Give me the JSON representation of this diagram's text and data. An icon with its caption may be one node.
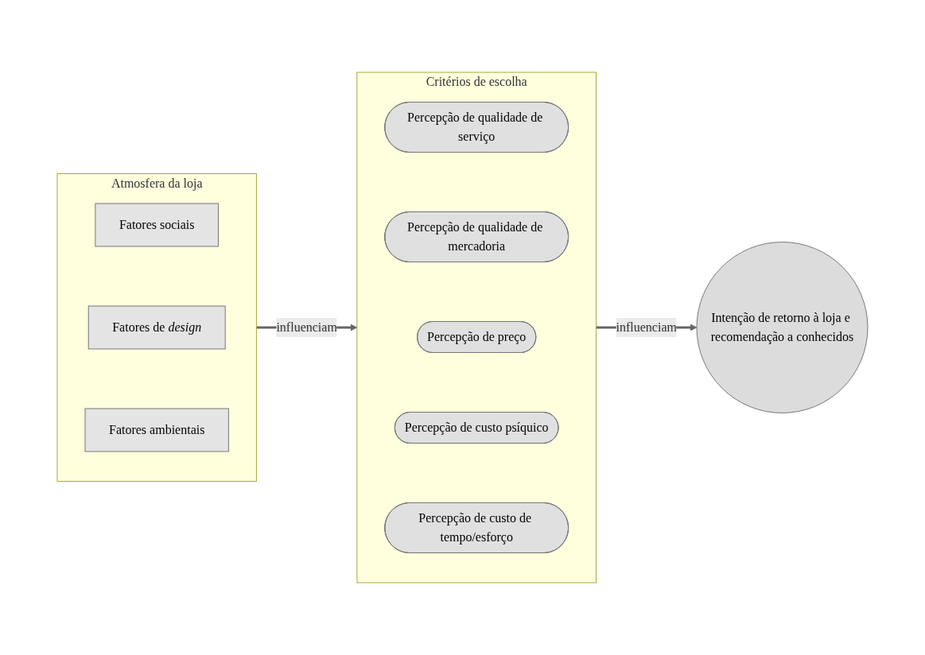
{
  "diagram": {
    "nodes": [
      {
        "text": [
          "Atmosfera da loja"
        ]
      },
      {
        "text": [
          "Fatores sociais"
        ],
        "in": 0
      },
      {
        "text": [
          "Fatores de *design*"
        ],
        "in": 0
      },
      {
        "text": [
          "Fatores ambientais"
        ],
        "in": 0
      },
      {
        "text": [
          "Critérios de escolha"
        ]
      },
      {
        "text": [
          "Percepção de qualidade de serviço"
        ],
        "in": 4
      },
      {
        "text": [
          "Percepção de qualidade de mercadoria"
        ],
        "in": 4
      },
      {
        "text": [
          "Percepção de preço"
        ],
        "in": 4
      },
      {
        "text": [
          "Percepção de custo psíquico"
        ],
        "in": 4
      },
      {
        "text": [
          "Percepção de custo de tempo/esforço"
        ],
        "in": 4
      },
      {
        "text": [
          "Intenção de retorno à loja e recomendação a conhecidos"
        ]
      }
    ],
    "edges": [
      {
        "from": 0,
        "to": 4,
        "arrow": "to",
        "label": "influenciam"
      },
      {
        "from": 4,
        "to": 10,
        "arrow": "to",
        "label": "influenciam"
      }
    ]
  }
}
